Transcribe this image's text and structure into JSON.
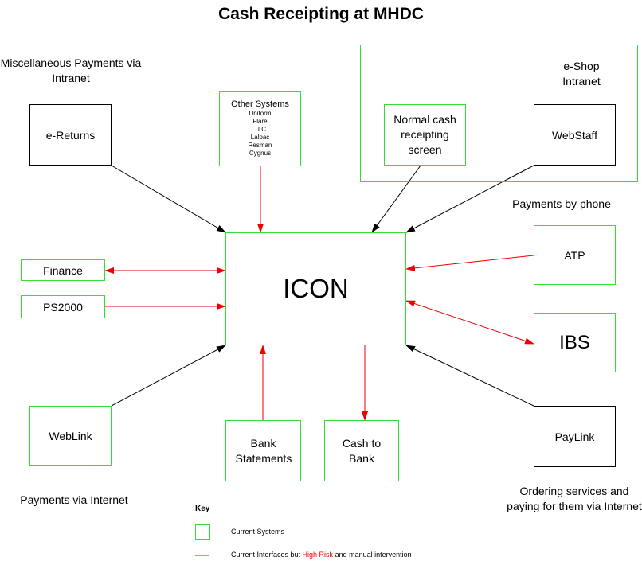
{
  "title": "Cash Receipting at MHDC",
  "labels": {
    "misc_payments": "Miscellaneous Payments via Intranet",
    "eshop_intranet": "e-Shop Intranet",
    "payments_by_phone": "Payments by phone",
    "payments_via_internet": "Payments via Internet",
    "ordering_services": "Ordering services and paying for them via Internet"
  },
  "systems": {
    "e_returns": "e-Returns",
    "other_systems": {
      "title": "Other Systems",
      "items": [
        "Uniform",
        "Flare",
        "TLC",
        "Lalpac",
        "Resman",
        "Cygnus"
      ]
    },
    "normal_cash": "Normal cash receipting screen",
    "webstaff": "WebStaff",
    "finance": "Finance",
    "ps2000": "PS2000",
    "icon": "ICON",
    "atp": "ATP",
    "ibs": "IBS",
    "weblink": "WebLink",
    "bank_statements": "Bank Statements",
    "cash_to_bank": "Cash to Bank",
    "paylink": "PayLink"
  },
  "key": {
    "title": "Key",
    "current_systems": "Current Systems",
    "interfaces_prefix": "Current Interfaces but ",
    "interfaces_highlight": "High Risk",
    "interfaces_suffix": " and manual intervention"
  },
  "colors": {
    "current_system_border": "#33dd33",
    "high_risk_line": "#ee0000",
    "normal_line": "#000000"
  }
}
